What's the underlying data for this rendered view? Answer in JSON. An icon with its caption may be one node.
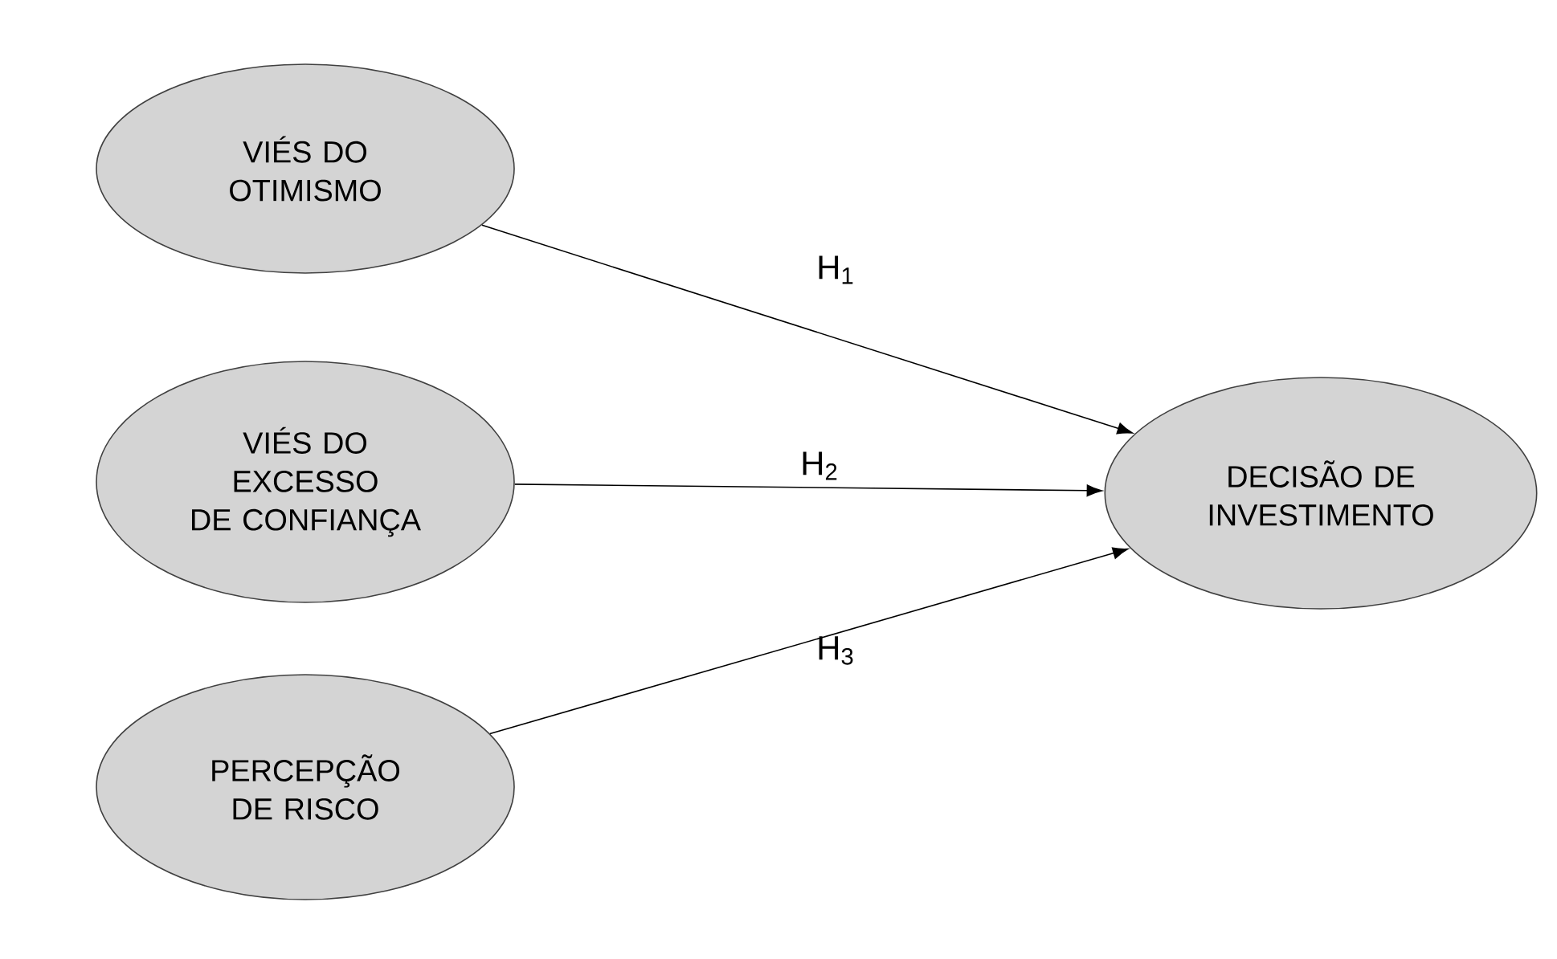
{
  "diagram": {
    "nodes": [
      {
        "text": [
          "VIÉS DO OTIMISMO"
        ]
      },
      {
        "text": [
          "VIÉS DO EXCESSO DE CONFIANÇA"
        ]
      },
      {
        "text": [
          "PERCEPÇÃO DE RISCO"
        ]
      },
      {
        "text": [
          "DECISÃO DE INVESTIMENTO"
        ]
      }
    ],
    "edges": [
      {
        "from": 0,
        "to": 3,
        "arrow": "to",
        "label": "H$_{1}$"
      },
      {
        "from": 1,
        "to": 3,
        "arrow": "to",
        "label": "H$_{2}$"
      },
      {
        "from": 2,
        "to": 3,
        "arrow": "to",
        "label": "H$_{3}$"
      }
    ]
  }
}
